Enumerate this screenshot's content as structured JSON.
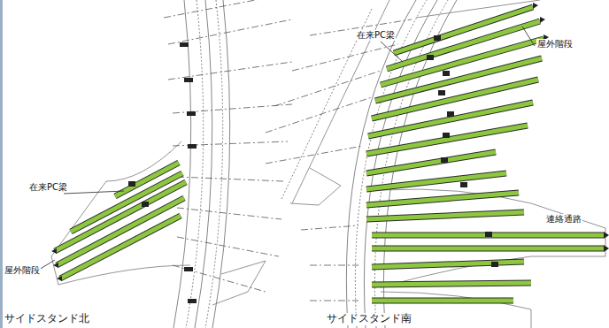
{
  "diagram": {
    "labels": [
      "在来PC梁",
      "屋外階段",
      "サイドスタンド北",
      "在来PC梁",
      "屋外階段",
      "連絡通路",
      "サイドスタンド南"
    ]
  }
}
